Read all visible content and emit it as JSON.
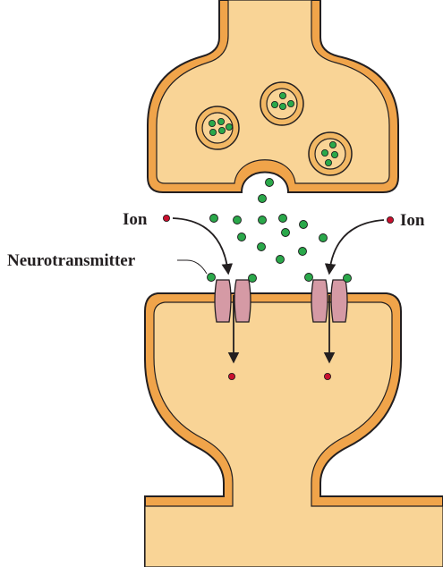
{
  "labels": {
    "ion_left": "Ion",
    "ion_right": "Ion",
    "neurotransmitter": "Neurotransmitter"
  },
  "colors": {
    "cell_fill": "#f9d496",
    "cell_outline": "#231f20",
    "vesicle_ring": "#f2b864",
    "neurotransmitter": "#2aa84a",
    "ion": "#c8102e",
    "receptor": "#d59aa5"
  }
}
